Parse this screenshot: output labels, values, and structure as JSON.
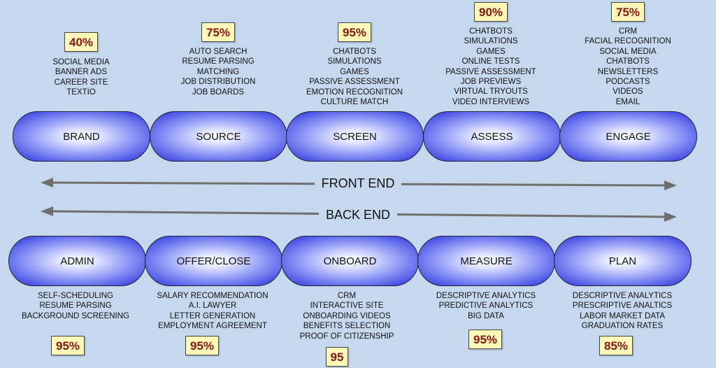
{
  "front_end_label": "FRONT END",
  "back_end_label": "BACK END",
  "top_stages": [
    {
      "name": "BRAND",
      "percent": "40%",
      "items": [
        "SOCIAL MEDIA",
        "BANNER ADS",
        "CAREER SITE",
        "TEXTIO"
      ]
    },
    {
      "name": "SOURCE",
      "percent": "75%",
      "items": [
        "AUTO SEARCH",
        "RESUME PARSING",
        "MATCHING",
        "JOB DISTRIBUTION",
        "JOB BOARDS"
      ]
    },
    {
      "name": "SCREEN",
      "percent": "95%",
      "items": [
        "CHATBOTS",
        "SIMULATIONS",
        "GAMES",
        "PASSIVE ASSESSMENT",
        "EMOTION RECOGNITION",
        "CULTURE MATCH"
      ]
    },
    {
      "name": "ASSESS",
      "percent": "90%",
      "items": [
        "CHATBOTS",
        "SIMULATIONS",
        "GAMES",
        "ONLINE TESTS",
        "PASSIVE ASSESSMENT",
        "JOB PREVIEWS",
        "VIRTUAL TRYOUTS",
        "VIDEO INTERVIEWS"
      ]
    },
    {
      "name": "ENGAGE",
      "percent": "75%",
      "items": [
        "CRM",
        "FACIAL RECOGNITION",
        "SOCIAL MEDIA",
        "CHATBOTS",
        "NEWSLETTERS",
        "PODCASTS",
        "VIDEOS",
        "EMAIL"
      ]
    }
  ],
  "bottom_stages": [
    {
      "name": "ADMIN",
      "percent": "95%",
      "items": [
        "SELF-SCHEDULING",
        "RESUME PARSING",
        "BACKGROUND SCREENING"
      ]
    },
    {
      "name": "OFFER/CLOSE",
      "percent": "95%",
      "items": [
        "SALARY RECOMMENDATION",
        "A.I. LAWYER",
        "LETTER GENERATION",
        "EMPLOYMENT AGREEMENT"
      ]
    },
    {
      "name": "ONBOARD",
      "percent": "95",
      "items": [
        "CRM",
        "INTERACTIVE SITE",
        "ONBOARDING VIDEOS",
        "BENEFITS SELECTION",
        "PROOF OF CITIZENSHIP"
      ]
    },
    {
      "name": "MEASURE",
      "percent": "95%",
      "items": [
        "DESCRIPTIVE ANALYTICS",
        "PREDICTIVE ANALYTICS",
        "BIG DATA"
      ]
    },
    {
      "name": "PLAN",
      "percent": "85%",
      "items": [
        "DESCRIPTIVE ANALYTICS",
        "PRESCRIPTIVE ANALTICS",
        "LABOR MARKET DATA",
        "GRADUATION RATES"
      ]
    }
  ]
}
